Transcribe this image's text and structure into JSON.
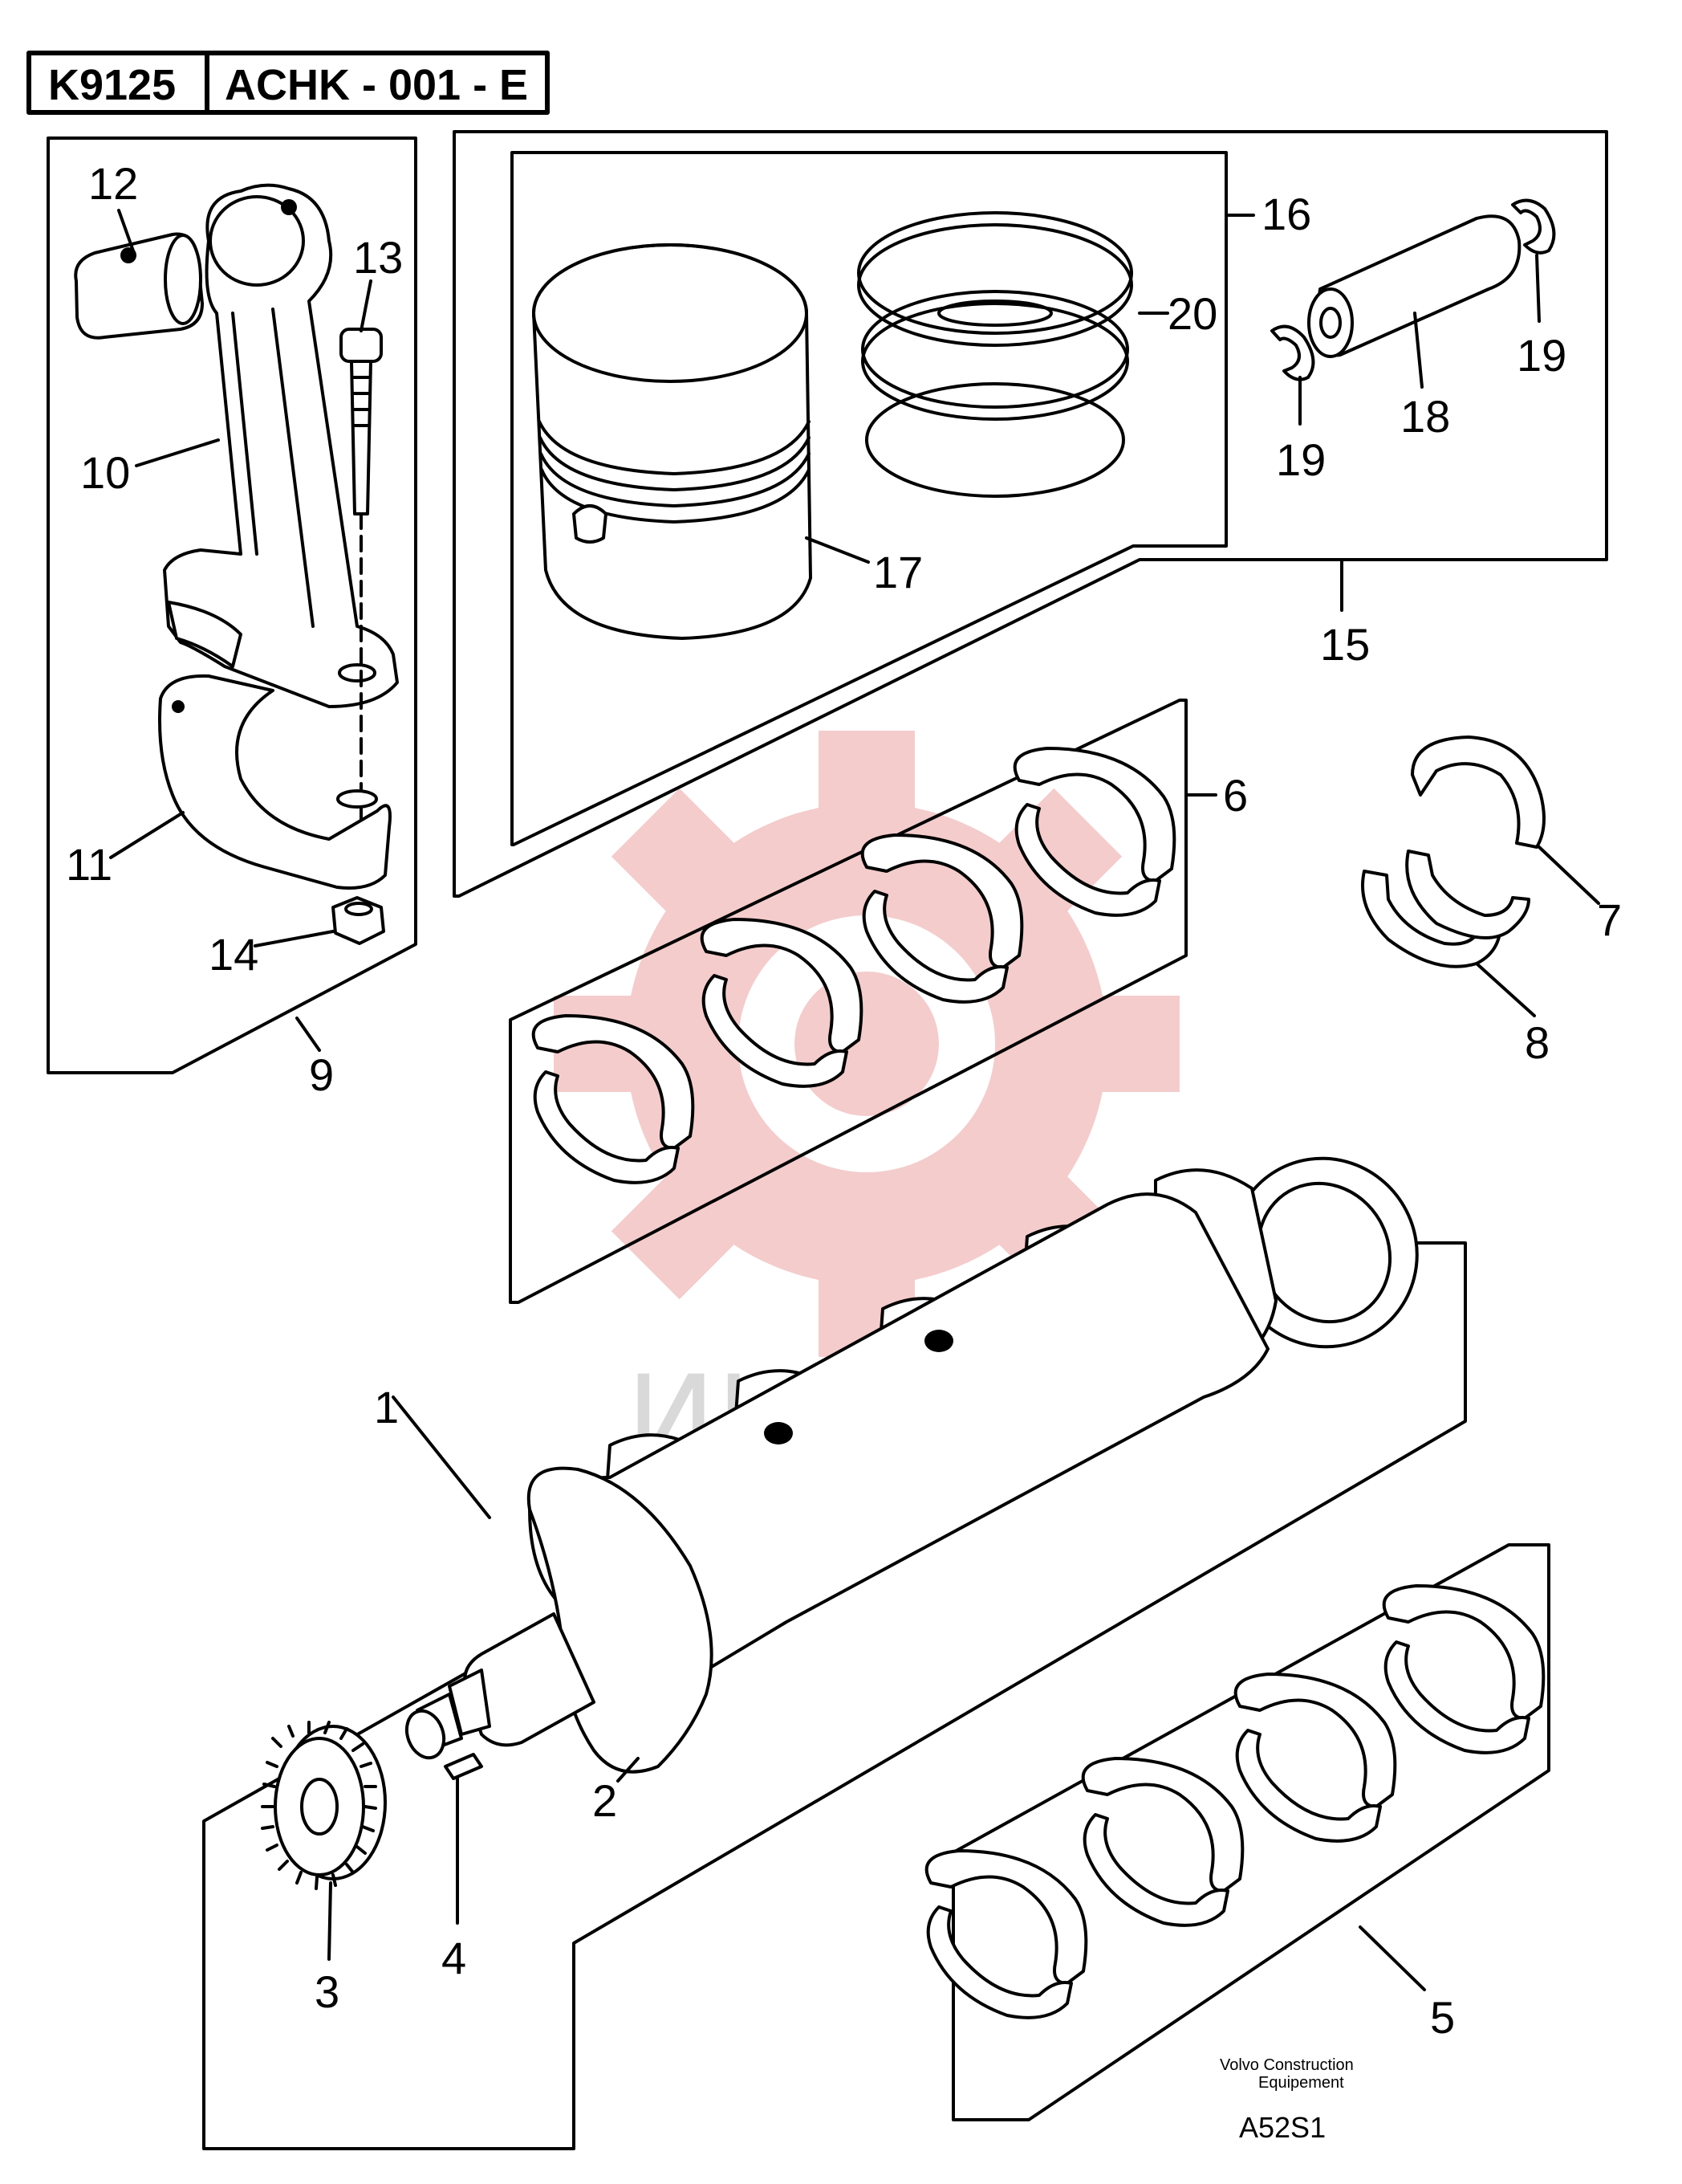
{
  "header": {
    "code": "K9125",
    "reference": "ACHK - 001 - E"
  },
  "callouts": {
    "c1": "1",
    "c2": "2",
    "c3": "3",
    "c4": "4",
    "c5": "5",
    "c6": "6",
    "c7": "7",
    "c8": "8",
    "c9": "9",
    "c10": "10",
    "c11": "11",
    "c12": "12",
    "c13": "13",
    "c14": "14",
    "c15": "15",
    "c16": "16",
    "c17": "17",
    "c18": "18",
    "c19a": "19",
    "c19b": "19",
    "c20": "20"
  },
  "footer": {
    "manufacturer_line1": "Volvo Construction",
    "manufacturer_line2": "Equipement",
    "drawing_code": "A52S1"
  },
  "watermark": {
    "text": "ИНТЕХ",
    "color": "#e8a0a0"
  }
}
